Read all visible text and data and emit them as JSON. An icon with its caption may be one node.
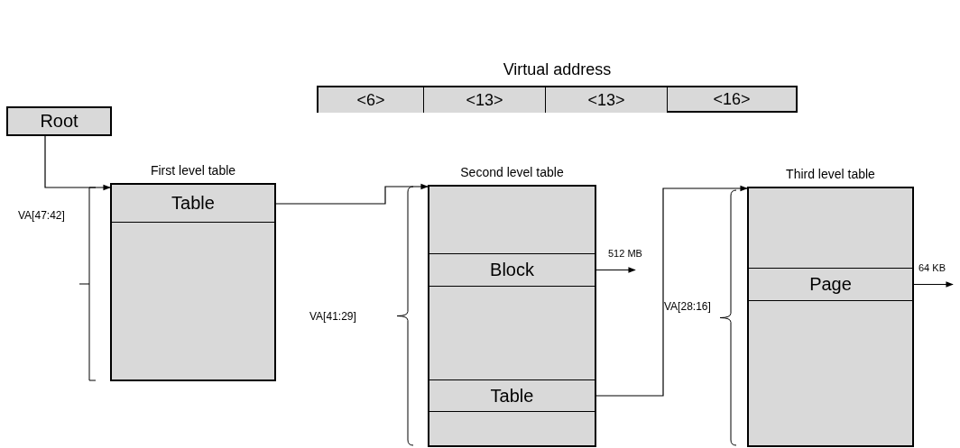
{
  "diagram": {
    "nodes": [
      {
        "text": [
          "Virtual address"
        ]
      },
      {
        "text": [
          "<6>"
        ],
        "in": 0
      },
      {
        "text": [
          "<13>"
        ],
        "in": 0
      },
      {
        "text": [
          "<13>"
        ],
        "in": 0
      },
      {
        "text": [
          "<16>"
        ],
        "in": 0
      },
      {
        "text": [
          "Root"
        ]
      },
      {
        "text": [
          "First level table"
        ]
      },
      {
        "text": [
          "Table"
        ],
        "in": 6
      },
      {
        "text": [
          "Second level table"
        ]
      },
      {
        "text": [
          "Block"
        ],
        "in": 8
      },
      {
        "text": [
          "Table"
        ],
        "in": 8
      },
      {
        "text": [
          "Third level table"
        ]
      },
      {
        "text": [
          "Page"
        ],
        "in": 11
      }
    ],
    "edges": [
      {
        "from": 5,
        "to": 6,
        "arrow": "to"
      },
      {
        "from": 7,
        "to": 8,
        "arrow": "to"
      },
      {
        "from": 10,
        "to": 11,
        "arrow": "to"
      },
      {
        "from": 9,
        "to": null,
        "arrow": "to",
        "label": "512 MB"
      },
      {
        "from": 12,
        "to": null,
        "arrow": "to",
        "label": "64 KB"
      }
    ],
    "labels": [
      "VA[47:42]",
      "VA[41:29]",
      "VA[28:16]"
    ]
  }
}
